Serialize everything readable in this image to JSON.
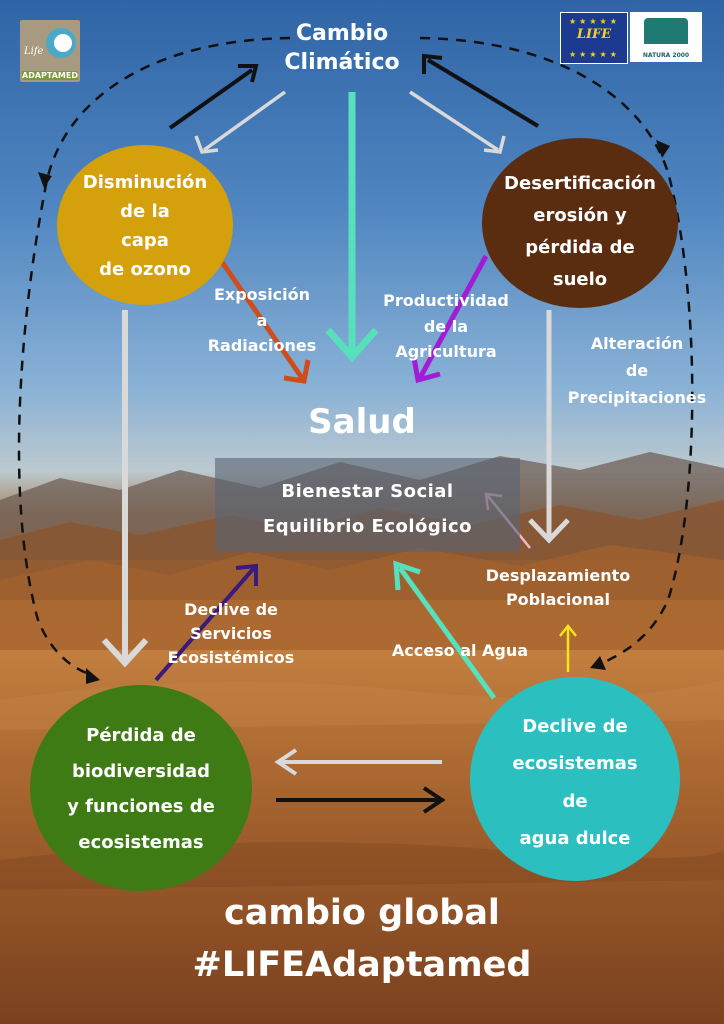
{
  "title": {
    "line1": "Cambio",
    "line2": "Climático"
  },
  "nodes": {
    "ozono": [
      "Disminución",
      "de la",
      "capa",
      "de ozono"
    ],
    "desertificacion": [
      "Desertificación",
      "erosión y",
      "pérdida de",
      "suelo"
    ],
    "biodiversidad": [
      "Pérdida de",
      "biodiversidad",
      "y funciones de",
      "ecosistemas"
    ],
    "agua_dulce": [
      "Declive de",
      "ecosistemas",
      "de",
      "agua dulce"
    ]
  },
  "center": {
    "title": "Salud",
    "line1": "Bienestar Social",
    "line2": "Equilibrio Ecológico"
  },
  "labels": {
    "exposicion": [
      "Exposición",
      "a",
      "Radiaciones"
    ],
    "productividad": [
      "Productividad",
      "de la",
      "Agricultura"
    ],
    "precipitaciones": [
      "Alteración",
      "de",
      "Precipitaciones"
    ],
    "desplazamiento": [
      "Desplazamiento",
      "Poblacional"
    ],
    "servicios": [
      "Declive de",
      "Servicios",
      "Ecosistémicos"
    ],
    "acceso": "Acceso  al Agua"
  },
  "footer": {
    "line1": "cambio global",
    "line2": "#LIFEAdaptamed"
  },
  "logos": {
    "left_script": "Life",
    "left_text": "ADAPTAMED",
    "eu_text": "LIFE",
    "natura_text": "NATURA 2000"
  },
  "colors": {
    "ozono": "#d4a00c",
    "desertificacion": "#5b2d10",
    "biodiversidad": "#3f7b14",
    "agua_dulce": "#2bbfbf",
    "arrow_teal": "#58e0bd",
    "arrow_orange": "#cf4d1c",
    "arrow_purple": "#a21bd6",
    "arrow_light": "#d9d9d9",
    "arrow_pink": "#f2b6c8",
    "arrow_yellow": "#f2e51a",
    "arrow_navy": "#3a1a7a"
  }
}
